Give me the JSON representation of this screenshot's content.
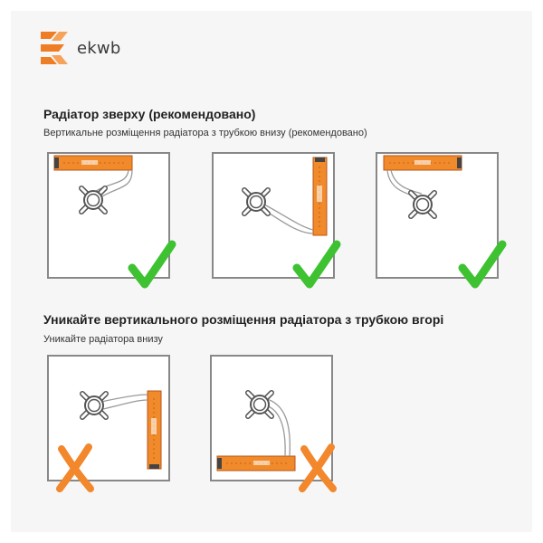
{
  "brand": {
    "name": "ekwb",
    "color": "#ef7d23"
  },
  "section_good": {
    "title": "Радіатор зверху (рекомендовано)",
    "subtitle": "Вертикальне розміщення радіатора з трубкою внизу (рекомендовано)"
  },
  "section_bad": {
    "title": "Уникайте вертикального розміщення радіатора з трубкою вгорі",
    "subtitle": "Уникайте радіатора внизу"
  },
  "colors": {
    "radiator": "#f08a2a",
    "radiator_dark": "#b8561a",
    "check": "#3ec232",
    "cross": "#f2872c",
    "tube": "#9a9a9a"
  },
  "diagrams": [
    {
      "id": "top-horizontal",
      "verdict": "recommended",
      "icon": "check-icon"
    },
    {
      "id": "right-vertical-tube-bottom",
      "verdict": "recommended",
      "icon": "check-icon"
    },
    {
      "id": "top-horizontal-tube-right",
      "verdict": "recommended",
      "icon": "check-icon"
    },
    {
      "id": "right-vertical-tube-top",
      "verdict": "avoid",
      "icon": "cross-icon"
    },
    {
      "id": "bottom-horizontal",
      "verdict": "avoid",
      "icon": "cross-icon"
    }
  ]
}
